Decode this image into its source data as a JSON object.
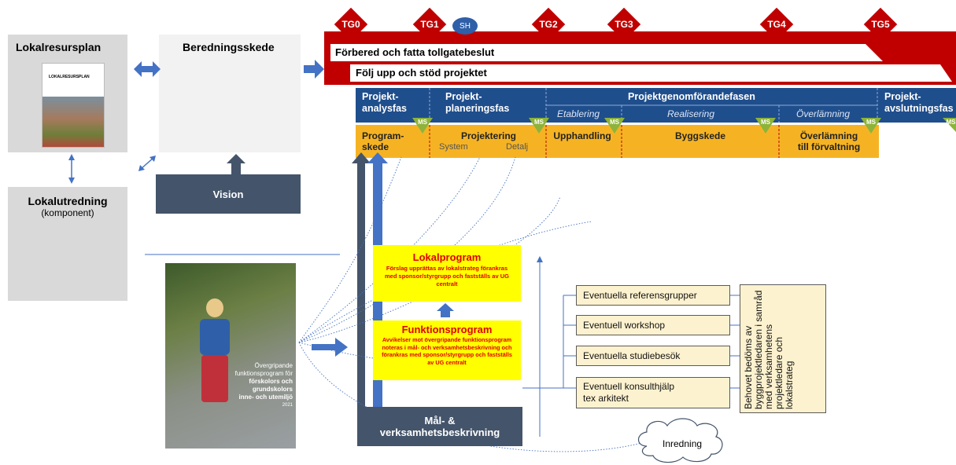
{
  "left": {
    "lokalresursplan": "Lokalresursplan",
    "beredningsskede": "Beredningsskede",
    "lokalutredning": "Lokalutredning",
    "komponent": "(komponent)",
    "vision": "Vision",
    "doc_title": "LOKALRESURSPLAN"
  },
  "toll_gates": [
    "TG0",
    "TG1",
    "SH",
    "TG2",
    "TG3",
    "TG4",
    "TG5"
  ],
  "banners": {
    "prepare": "Förbered och fatta tollgatebeslut",
    "follow": "Följ upp och stöd projektet"
  },
  "phases": {
    "analys": [
      "Projekt-",
      "analysfas"
    ],
    "planering": [
      "Projekt-",
      "planeringsfas"
    ],
    "genomforande": "Projektgenomförandefasen",
    "etablering": "Etablering",
    "realisering": "Realisering",
    "overlamning": "Överlämning",
    "avslutning": [
      "Projekt-",
      "avslutningsfas"
    ]
  },
  "stages": {
    "programskede": [
      "Program-",
      "skede"
    ],
    "projektering": "Projektering",
    "system": "System",
    "detalj": "Detalj",
    "upphandling": "Upphandling",
    "byggskede": "Byggskede",
    "overlamning": [
      "Överlämning",
      "till förvaltning"
    ]
  },
  "ms_label": "MS",
  "booklet": {
    "line1": "Övergripande",
    "line2": "funktionsprogram för",
    "line3": "förskolors och",
    "line4": "grundskolors",
    "line5": "inne- och utemiljö",
    "year": "2021"
  },
  "lokalprogram": {
    "title": "Lokalprogram",
    "text": "Förslag upprättas av lokalstrateg förankras med sponsor/styrgrupp och fastställs av UG centralt"
  },
  "funktionsprogram": {
    "title": "Funktionsprogram",
    "text": "Avvikelser mot övergripande funktionsprogram noteras i mål- och verksamhetsbeskrivning och förankras med sponsor/styrgrupp och fastställs av UG centralt"
  },
  "mal": [
    "Mål- &",
    "verksamhetsbeskrivning"
  ],
  "options": [
    "Eventuella referensgrupper",
    "Eventuell workshop",
    "Eventuella studiebesök",
    "Eventuell konsulthjälp\ntex arkitekt"
  ],
  "behovet": "Behovet bedöms av byggprojektledaren i samråd med verksamhetens projektledare och lokalstrateg",
  "inredning": "Inredning"
}
